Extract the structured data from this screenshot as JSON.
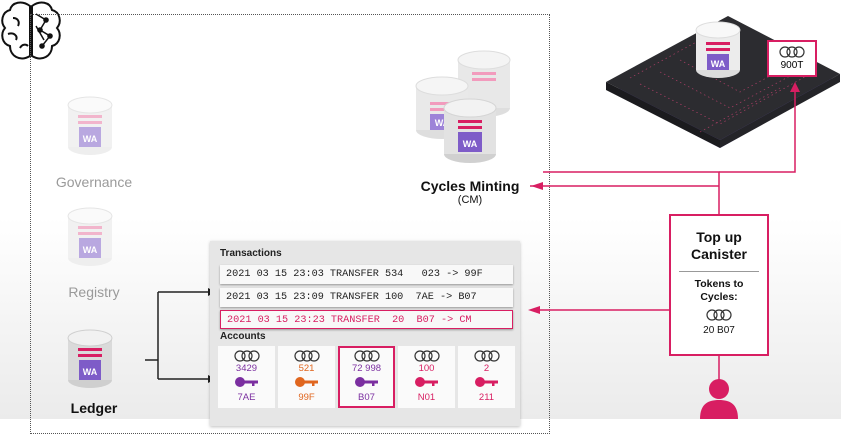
{
  "nodes": {
    "governance": "Governance",
    "registry": "Registry",
    "ledger": "Ledger",
    "cycles_minting": "Cycles Minting",
    "cycles_minting_sub": "(CM)",
    "wa": "WA"
  },
  "transactions": {
    "title": "Transactions",
    "rows": [
      "2021 03 15 23:03 TRANSFER 534   023 -> 99F",
      "2021 03 15 23:09 TRANSFER 100  7AE -> B07",
      "2021 03 15 23:23 TRANSFER  20  B07 -> CM"
    ]
  },
  "accounts": {
    "title": "Accounts",
    "items": [
      {
        "balance": "3429",
        "id": "7AE",
        "color": "#7b2fa0"
      },
      {
        "balance": "521",
        "id": "99F",
        "color": "#e0661f"
      },
      {
        "balance": "72 998",
        "id": "B07",
        "color": "#7b2fa0"
      },
      {
        "balance": "100",
        "id": "N01",
        "color": "#d81e62"
      },
      {
        "balance": "2",
        "id": "211",
        "color": "#d81e62"
      }
    ]
  },
  "topup": {
    "title": "Top up Canister",
    "subtitle": "Tokens to Cycles:",
    "amount": "20 B07"
  },
  "canister_cycles": "900T",
  "colors": {
    "accent": "#d81e62",
    "purple": "#7b2fa0",
    "orange": "#e0661f",
    "chip": "#2c2c30"
  }
}
